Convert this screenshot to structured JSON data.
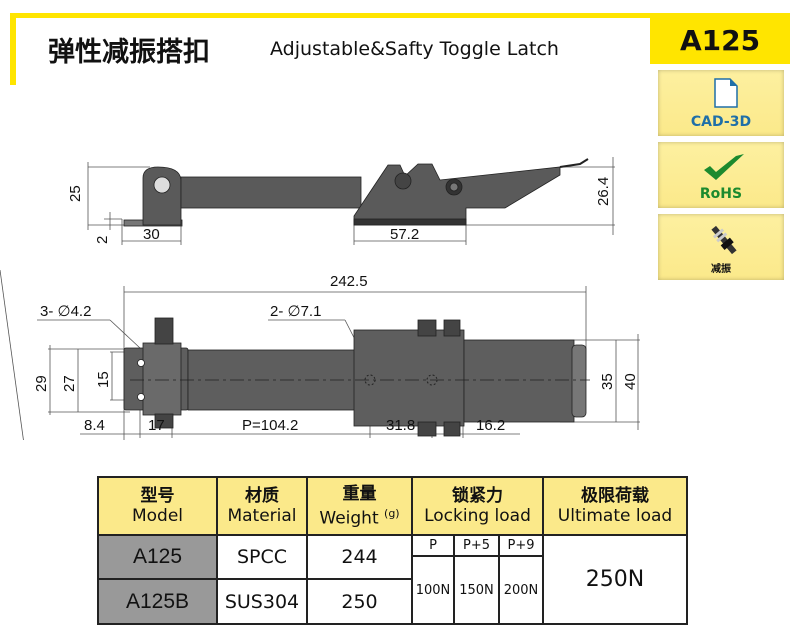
{
  "header": {
    "title_cn": "弹性减振搭扣",
    "title_en": "Adjustable&Safty Toggle Latch",
    "model_badge": "A125"
  },
  "badges": [
    {
      "label": "CAD-3D",
      "icon": "document-icon"
    },
    {
      "label": "RoHS",
      "icon": "checkmark-icon"
    },
    {
      "label": "减振",
      "icon": "shock-absorber-icon"
    }
  ],
  "colors": {
    "accent": "#ffe500",
    "tile": "#fbe98a",
    "cad": "#1f6fa8",
    "rohs": "#1c8a2e"
  },
  "side_view": {
    "dims": [
      "25",
      "2",
      "30",
      "57.2",
      "26.4"
    ]
  },
  "top_view": {
    "dims": [
      "242.5",
      "3- ∅4.2",
      "2- ∅7.1",
      "29",
      "27",
      "15",
      "35",
      "40",
      "8.4",
      "17",
      "P=104.2",
      "31.8",
      "16.2"
    ]
  },
  "table": {
    "headers": [
      {
        "cn": "型号",
        "en": "Model"
      },
      {
        "cn": "材质",
        "en": "Material"
      },
      {
        "cn": "重量",
        "en": "Weight",
        "unit": "(g)"
      },
      {
        "cn": "锁紧力",
        "en": "Locking load"
      },
      {
        "cn": "极限荷载",
        "en": "Ultimate load"
      }
    ],
    "locking_sub": [
      "P",
      "P+5",
      "P+9"
    ],
    "locking_vals": [
      "100N",
      "150N",
      "200N"
    ],
    "ultimate": "250N",
    "rows": [
      {
        "model": "A125",
        "material": "SPCC",
        "weight": "244"
      },
      {
        "model": "A125B",
        "material": "SUS304",
        "weight": "250"
      }
    ]
  }
}
